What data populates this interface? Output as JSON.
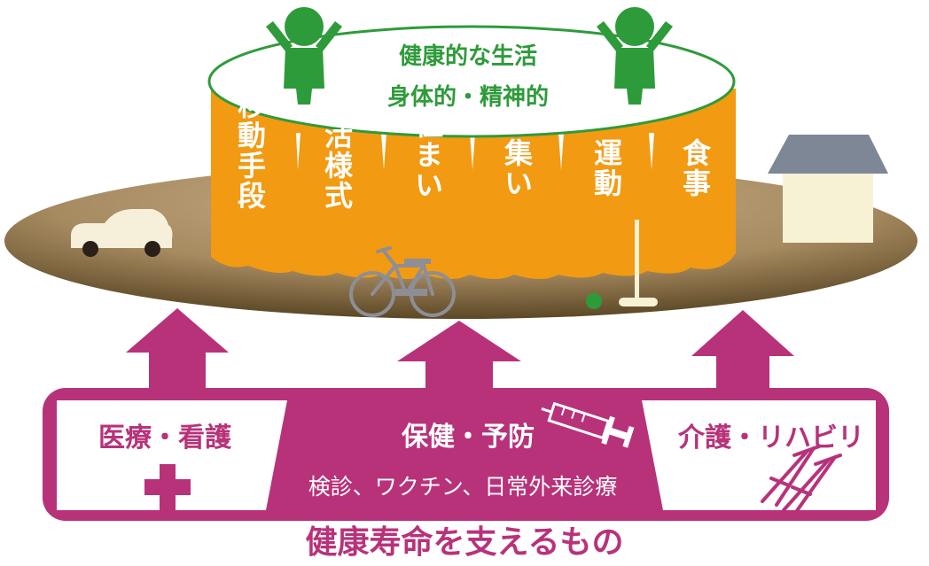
{
  "top": {
    "line1": "健康的な生活",
    "line2": "身体的・精神的"
  },
  "pillars": [
    {
      "label": "移動手段"
    },
    {
      "label": "生活様式"
    },
    {
      "label": "住まい"
    },
    {
      "label": "集い"
    },
    {
      "label": "運動"
    },
    {
      "label": "食事"
    }
  ],
  "base": {
    "left": "医療・看護",
    "center": "保健・予防",
    "center_sub": "検診、ワクチン、日常外来診療",
    "right": "介護・リハビリ"
  },
  "caption": "健康寿命を支えるもの",
  "colors": {
    "orange": "#F29A12",
    "magenta": "#B8327A",
    "green": "#2E9B3A",
    "ground_top": "#C0A683",
    "ground_bottom": "#5E4B2A"
  }
}
